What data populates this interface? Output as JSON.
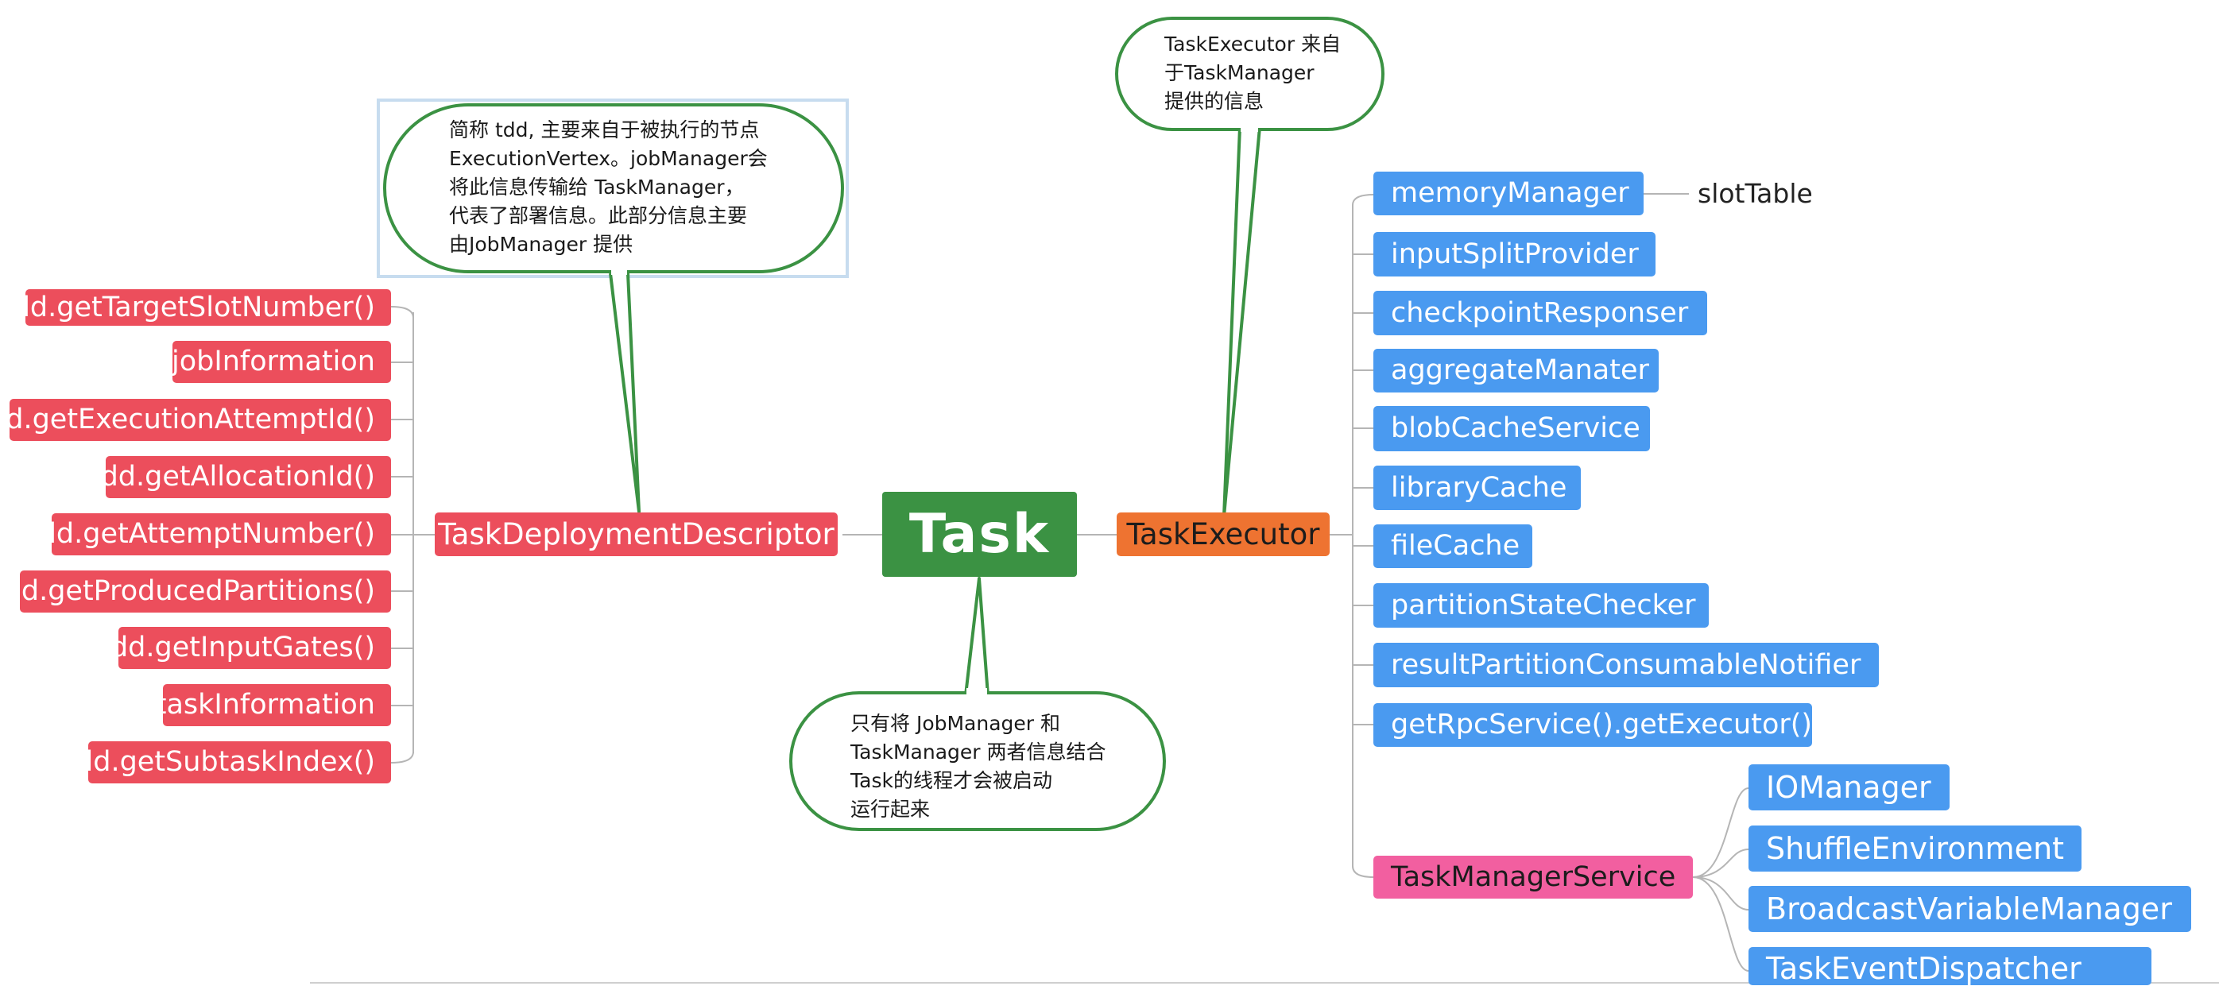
{
  "root": {
    "label": "Task"
  },
  "left_branch": {
    "label": "TaskDeploymentDescriptor",
    "items": [
      "tdd.getTargetSlotNumber()",
      "jobInformation",
      "tdd.getExecutionAttemptId()",
      "tdd.getAllocationId()",
      "tdd.getAttemptNumber()",
      "tdd.getProducedPartitions()",
      "tdd.getInputGates()",
      "taskInformation",
      "tdd.getSubtaskIndex()"
    ]
  },
  "right_branch": {
    "label": "TaskExecutor",
    "items": [
      "memoryManager",
      "inputSplitProvider",
      "checkpointResponser",
      "aggregateManater",
      "blobCacheService",
      "libraryCache",
      "fileCache",
      "partitionStateChecker",
      "resultPartitionConsumableNotifier",
      "getRpcService().getExecutor()"
    ],
    "memory_child": "slotTable",
    "service": {
      "label": "TaskManagerService",
      "children": [
        "IOManager",
        "ShuffleEnvironment",
        "BroadcastVariableManager",
        "TaskEventDispatcher"
      ]
    }
  },
  "callouts": {
    "tdd_note": [
      "简称 tdd, 主要来自于被执行的节点",
      "ExecutionVertex。jobManager会",
      "将此信息传输给 TaskManager，",
      "代表了部署信息。此部分信息主要",
      "由JobManager 提供"
    ],
    "executor_note": [
      "TaskExecutor 来自",
      "于TaskManager",
      "提供的信息"
    ],
    "task_note": [
      "只有将 JobManager 和",
      "TaskManager 两者信息结合",
      "Task的线程才会被启动",
      "运行起来"
    ]
  },
  "colors": {
    "root": "#3b9243",
    "left_nodes": "#ec4e5c",
    "right_nodes": "#4a9af0",
    "executor": "#ee7331",
    "service": "#f25fa0",
    "callout_border": "#3b9243",
    "connector": "#b5b5b5"
  }
}
